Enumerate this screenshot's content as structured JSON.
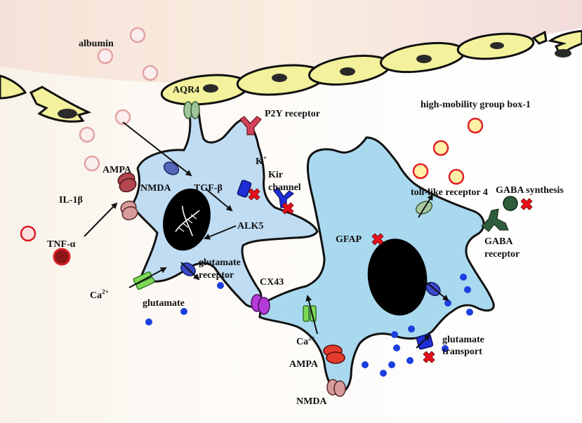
{
  "colors": {
    "vessel_fill": "#f7eccf",
    "endothelial": "#f3f19b",
    "astro_left": "#bfdcf3",
    "astro_right": "#a9d9ef",
    "nucleus": "#000000",
    "glutamate_dot": "#1c3fe0",
    "block_x": "#e8101a",
    "hmgb1_fill": "#fff2a8",
    "hmgb1_ring": "#e21f26",
    "albumin_ring": "#e3a3a3",
    "gaba_synthesis": "#2f5c3a"
  },
  "labels": {
    "albumin": "albumin",
    "aqr4": "AQR4",
    "p2y_receptor": "P2Y receptor",
    "hmgb1": "high-mobility group box-1",
    "k_plus": "K",
    "k_plus_sup": "+",
    "kir_line1": "Kir",
    "kir_line2": "channel",
    "ampa_left": "AMPA",
    "nmda_left": "NMDA",
    "tgf_beta": "TGF-β",
    "il1b": "IL-1β",
    "alk5": "ALK5",
    "tnfa": "TNF-α",
    "gfap": "GFAP",
    "toll_like_receptor": "toll-like receptor 4",
    "gaba_synthesis": "GABA synthesis",
    "gaba_receptor_line1": "GABA",
    "gaba_receptor_line2": "receptor",
    "glutamate_receptor_line1": "glutamate",
    "glutamate_receptor_line2": "receptor",
    "ca_left": "Ca",
    "ca_left_sup": "2+",
    "cx43": "CX43",
    "glutamate": "glutamate",
    "ca_right": "Ca",
    "ca_right_sup": "2+",
    "glutamate_transport_line1": "glutamate",
    "glutamate_transport_line2": "transport",
    "ampa_right": "AMPA",
    "nmda_right": "NMDA"
  },
  "icons": [
    "dna-icon",
    "block-x-icon",
    "arrow-icon"
  ]
}
